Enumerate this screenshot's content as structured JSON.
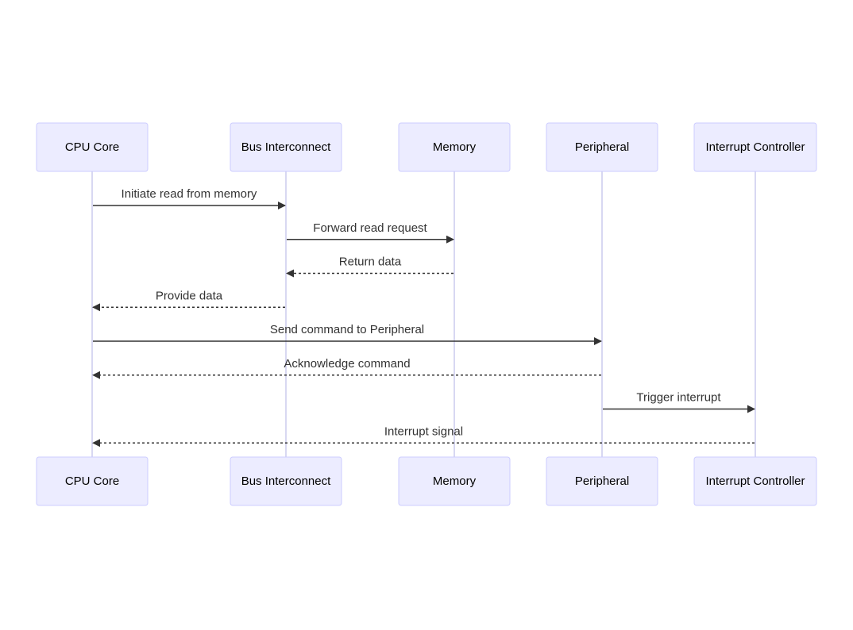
{
  "participants": [
    {
      "id": "cpu",
      "label": "CPU Core"
    },
    {
      "id": "bus",
      "label": "Bus Interconnect"
    },
    {
      "id": "mem",
      "label": "Memory"
    },
    {
      "id": "per",
      "label": "Peripheral"
    },
    {
      "id": "irq",
      "label": "Interrupt Controller"
    }
  ],
  "messages": [
    {
      "from": "cpu",
      "to": "bus",
      "label": "Initiate read from memory",
      "style": "solid"
    },
    {
      "from": "bus",
      "to": "mem",
      "label": "Forward read request",
      "style": "solid"
    },
    {
      "from": "mem",
      "to": "bus",
      "label": "Return data",
      "style": "dashed"
    },
    {
      "from": "bus",
      "to": "cpu",
      "label": "Provide data",
      "style": "dashed"
    },
    {
      "from": "cpu",
      "to": "per",
      "label": "Send command to Peripheral",
      "style": "solid"
    },
    {
      "from": "per",
      "to": "cpu",
      "label": "Acknowledge command",
      "style": "dashed"
    },
    {
      "from": "per",
      "to": "irq",
      "label": "Trigger interrupt",
      "style": "solid"
    },
    {
      "from": "irq",
      "to": "cpu",
      "label": "Interrupt signal",
      "style": "dashed"
    }
  ],
  "colors": {
    "actor_fill": "#ECECFF",
    "actor_stroke": "#CCCCFF",
    "lifeline": "#CCCCEE",
    "message": "#333333"
  }
}
